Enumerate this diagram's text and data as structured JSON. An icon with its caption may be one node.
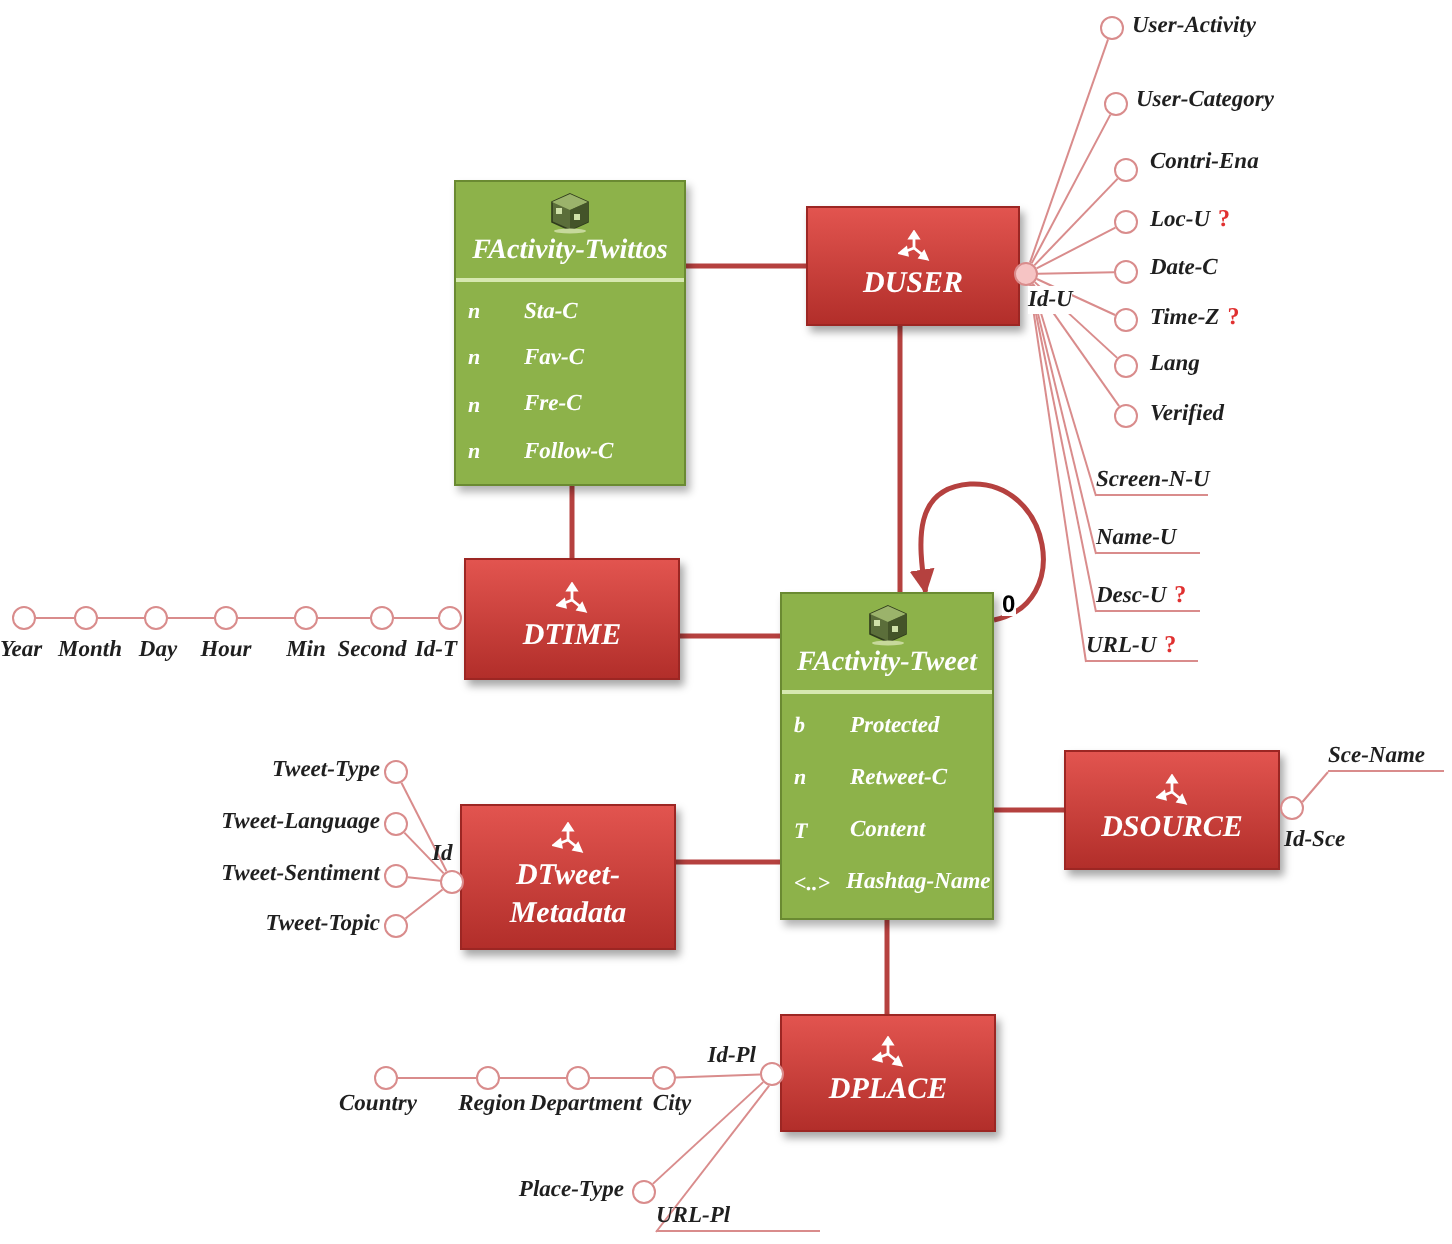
{
  "diagram": {
    "nodes": [
      {
        "text": [
          "FActivity-Twittos",
          "n",
          "Sta-C",
          "n",
          "Fav-C",
          "n",
          "Fre-C",
          "n",
          "Follow-C"
        ]
      },
      {
        "text": [
          "DUSER"
        ]
      },
      {
        "text": [
          "DTIME"
        ]
      },
      {
        "text": [
          "FActivity-Tweet",
          "b",
          "Protected",
          "n",
          "Retweet-C",
          "T",
          "Content",
          "<..>",
          "Hashtag-Name"
        ]
      },
      {
        "text": [
          "DTweet-Metadata"
        ]
      },
      {
        "text": [
          "DSOURCE"
        ]
      },
      {
        "text": [
          "DPLACE"
        ]
      },
      {
        "text": [],
        "shape": "circle",
        "beside": [
          "Id-U"
        ]
      },
      {
        "text": [],
        "shape": "circle",
        "beside": [
          "User-Activity"
        ]
      },
      {
        "text": [],
        "shape": "circle",
        "beside": [
          "User-Category"
        ]
      },
      {
        "text": [],
        "shape": "circle",
        "beside": [
          "Contri-Ena"
        ]
      },
      {
        "text": [],
        "shape": "circle",
        "beside": [
          "Loc-U",
          "?"
        ]
      },
      {
        "text": [],
        "shape": "circle",
        "beside": [
          "Date-C"
        ]
      },
      {
        "text": [],
        "shape": "circle",
        "beside": [
          "Time-Z",
          "?"
        ]
      },
      {
        "text": [],
        "shape": "circle",
        "beside": [
          "Lang"
        ]
      },
      {
        "text": [],
        "shape": "circle",
        "beside": [
          "Verified"
        ]
      },
      {
        "text": [
          "Screen-N-U"
        ]
      },
      {
        "text": [
          "Name-U"
        ]
      },
      {
        "text": [
          "Desc-U",
          "?"
        ]
      },
      {
        "text": [
          "URL-U",
          "?"
        ]
      },
      {
        "text": [],
        "shape": "circle",
        "beside": [
          "Id-T"
        ]
      },
      {
        "text": [],
        "shape": "circle",
        "beside": [
          "Second"
        ]
      },
      {
        "text": [],
        "shape": "circle",
        "beside": [
          "Min"
        ]
      },
      {
        "text": [],
        "shape": "circle",
        "beside": [
          "Hour"
        ]
      },
      {
        "text": [],
        "shape": "circle",
        "beside": [
          "Day"
        ]
      },
      {
        "text": [],
        "shape": "circle",
        "beside": [
          "Month"
        ]
      },
      {
        "text": [],
        "shape": "circle",
        "beside": [
          "Year"
        ]
      },
      {
        "text": [],
        "shape": "circle",
        "beside": [
          "Id"
        ]
      },
      {
        "text": [],
        "shape": "circle",
        "beside": [
          "Tweet-Type"
        ]
      },
      {
        "text": [],
        "shape": "circle",
        "beside": [
          "Tweet-Language"
        ]
      },
      {
        "text": [],
        "shape": "circle",
        "beside": [
          "Tweet-Sentiment"
        ]
      },
      {
        "text": [],
        "shape": "circle",
        "beside": [
          "Tweet-Topic"
        ]
      },
      {
        "text": [],
        "shape": "circle",
        "beside": [
          "Id-Sce"
        ]
      },
      {
        "text": [
          "Sce-Name"
        ]
      },
      {
        "text": [],
        "shape": "circle",
        "beside": [
          "Id-Pl"
        ]
      },
      {
        "text": [],
        "shape": "circle",
        "beside": [
          "City"
        ]
      },
      {
        "text": [],
        "shape": "circle",
        "beside": [
          "Department"
        ]
      },
      {
        "text": [],
        "shape": "circle",
        "beside": [
          "Region"
        ]
      },
      {
        "text": [],
        "shape": "circle",
        "beside": [
          "Country"
        ]
      },
      {
        "text": [],
        "shape": "circle",
        "beside": [
          "Place-Type"
        ]
      },
      {
        "text": [
          "URL-Pl"
        ]
      }
    ],
    "edges": [
      {
        "from": 0,
        "to": 1,
        "arrow": "none",
        "style": "thick",
        "color": "#b5413f"
      },
      {
        "from": 0,
        "to": 2,
        "arrow": "none",
        "style": "thick",
        "color": "#b5413f"
      },
      {
        "from": 1,
        "to": 3,
        "arrow": "none",
        "style": "thick",
        "color": "#b5413f"
      },
      {
        "from": 2,
        "to": 3,
        "arrow": "none",
        "style": "thick",
        "color": "#b5413f"
      },
      {
        "from": 4,
        "to": 3,
        "arrow": "none",
        "style": "thick",
        "color": "#b5413f"
      },
      {
        "from": 3,
        "to": 5,
        "arrow": "none",
        "style": "thick",
        "color": "#b5413f"
      },
      {
        "from": 3,
        "to": 6,
        "arrow": "none",
        "style": "thick",
        "color": "#b5413f"
      },
      {
        "from": 3,
        "to": 3,
        "arrow": "to",
        "label": "0",
        "style": "thick",
        "color": "#b5413f"
      },
      {
        "from": 7,
        "to": 8,
        "arrow": "none"
      },
      {
        "from": 7,
        "to": 9,
        "arrow": "none"
      },
      {
        "from": 7,
        "to": 10,
        "arrow": "none"
      },
      {
        "from": 7,
        "to": 11,
        "arrow": "none"
      },
      {
        "from": 7,
        "to": 12,
        "arrow": "none"
      },
      {
        "from": 7,
        "to": 13,
        "arrow": "none"
      },
      {
        "from": 7,
        "to": 14,
        "arrow": "none"
      },
      {
        "from": 7,
        "to": 15,
        "arrow": "none"
      },
      {
        "from": 7,
        "to": 16,
        "arrow": "none"
      },
      {
        "from": 7,
        "to": 17,
        "arrow": "none"
      },
      {
        "from": 7,
        "to": 18,
        "arrow": "none"
      },
      {
        "from": 7,
        "to": 19,
        "arrow": "none"
      },
      {
        "from": 20,
        "to": 21,
        "arrow": "none"
      },
      {
        "from": 21,
        "to": 22,
        "arrow": "none"
      },
      {
        "from": 22,
        "to": 23,
        "arrow": "none"
      },
      {
        "from": 23,
        "to": 24,
        "arrow": "none"
      },
      {
        "from": 24,
        "to": 25,
        "arrow": "none"
      },
      {
        "from": 25,
        "to": 26,
        "arrow": "none"
      },
      {
        "from": 27,
        "to": 28,
        "arrow": "none"
      },
      {
        "from": 27,
        "to": 29,
        "arrow": "none"
      },
      {
        "from": 27,
        "to": 30,
        "arrow": "none"
      },
      {
        "from": 27,
        "to": 31,
        "arrow": "none"
      },
      {
        "from": 32,
        "to": 33,
        "arrow": "none"
      },
      {
        "from": 34,
        "to": 35,
        "arrow": "none"
      },
      {
        "from": 35,
        "to": 36,
        "arrow": "none"
      },
      {
        "from": 36,
        "to": 37,
        "arrow": "none"
      },
      {
        "from": 37,
        "to": 38,
        "arrow": "none"
      },
      {
        "from": 34,
        "to": 39,
        "arrow": "none"
      },
      {
        "from": 34,
        "to": 40,
        "arrow": "none"
      }
    ]
  }
}
